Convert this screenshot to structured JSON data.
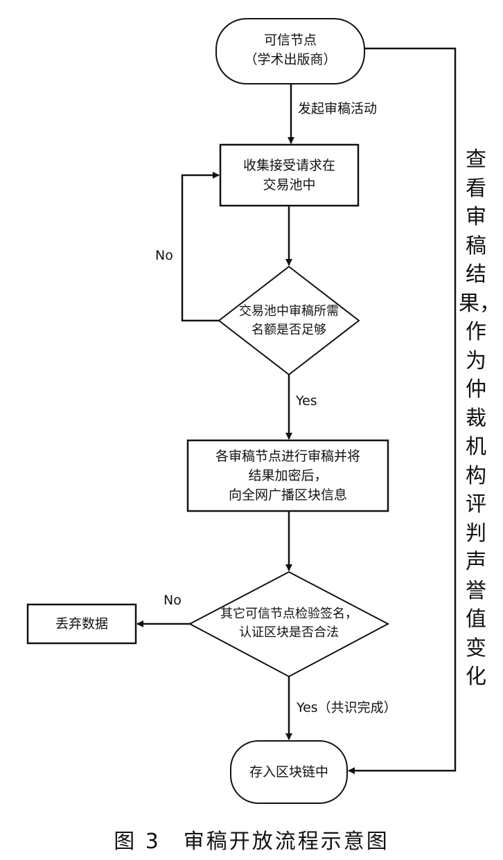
{
  "nodes": {
    "start": "可信节点\n（学术出版商）",
    "collect": "收集接受请求在\n交易池中",
    "decision1": "交易池中审稿所需\n名额是否足够",
    "review": "各审稿节点进行审稿并将\n结果加密后，\n向全网广播区块信息",
    "decision2": "其它可信节点检验签名，\n认证区块是否合法",
    "discard": "丢弃数据",
    "store": "存入区块链中"
  },
  "edges": {
    "initiate": "发起审稿活动",
    "no1": "No",
    "yes1": "Yes",
    "no2": "No",
    "yes2": "Yes（共识完成）"
  },
  "side_note": "查看审稿结果，作为仲裁机构评判声誉值变化",
  "caption": "图 3　审稿开放流程示意图"
}
